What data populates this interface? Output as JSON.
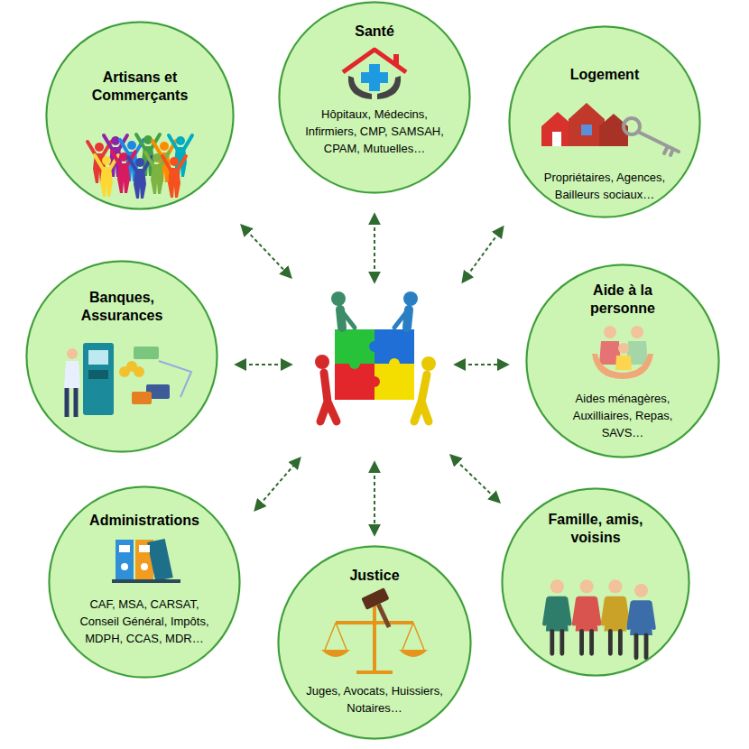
{
  "diagram": {
    "nodes": [
      {
        "text": [
          "Artisans et Commerçants"
        ]
      },
      {
        "text": [
          "Santé",
          "Hôpitaux, Médecins, Infirmiers, CMP, SAMSAH, CPAM, Mutuelles…"
        ]
      },
      {
        "text": [
          "Logement",
          "Propriétaires, Agences, Bailleurs sociaux…"
        ]
      },
      {
        "text": [
          "Banques, Assurances"
        ]
      },
      {
        "text": [
          "Aide à la personne",
          "Aides ménagères, Auxilliaires, Repas, SAVS…"
        ]
      },
      {
        "text": [
          "Administrations",
          "CAF, MSA, CARSAT, Conseil Général, Impôts, MDPH, CCAS, MDR…"
        ]
      },
      {
        "text": [
          "Famille, amis, voisins"
        ]
      },
      {
        "text": [
          "Justice",
          "Juges, Avocats, Huissiers, Notaires…"
        ]
      }
    ]
  }
}
